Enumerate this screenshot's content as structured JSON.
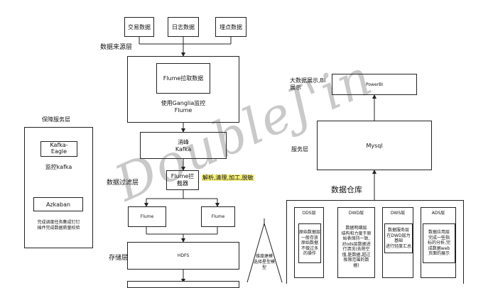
{
  "sources": {
    "title": "数据来源层",
    "items": [
      "交易数据",
      "日志数据",
      "埋点数据"
    ]
  },
  "flume_collect": {
    "inner": "Flume拉取数据",
    "caption": "使用Ganglia监控\nFlume"
  },
  "kafka": {
    "label": "消峰\nKafka"
  },
  "filter_layer": {
    "title": "数据过滤层",
    "interceptor": "Flume拦\n截器",
    "note": "解析,清理,加工,脱敏",
    "flume_left": "Flume",
    "flume_right": "Flume"
  },
  "storage": {
    "title": "存储层",
    "hdfs": "HDFS"
  },
  "guarantee": {
    "title": "保障服务层",
    "kafka_eagle": "Kafka-\nEagle",
    "monitor": "监控kafka",
    "azkaban": "Azkaban",
    "desc": "完成调度任务集成钉钉\n插件完成数据质量校验"
  },
  "display": {
    "title": "大数据展示,BI\n展示",
    "powerbi": "PowerBI"
  },
  "service": {
    "title": "服务层",
    "mysql": "Mysql"
  },
  "warehouse": {
    "title": "数据仓库",
    "modeling": "维度建模\n选择星型模\n型",
    "layers": [
      {
        "name": "ODS层",
        "desc": "原始数据层\n一般存放\n原始数据\n不做过多\n的操作"
      },
      {
        "name": "DWD层",
        "desc": "数据明细层\n结构和力度于原\n始表保持一致,\n对ods层数据进\n行清洗(去除空\n值,脏数据,超过\n极限范围的数\n据)"
      },
      {
        "name": "DWS层",
        "desc": "数据服务层\n在DWD层为\n基础\n进行轻度汇总"
      },
      {
        "name": "ADS层",
        "desc": "数据应用层\n完成一些指\n标的分析,完\n成数据web\n页面的展示"
      }
    ]
  },
  "watermark": "DoubleJ'in"
}
